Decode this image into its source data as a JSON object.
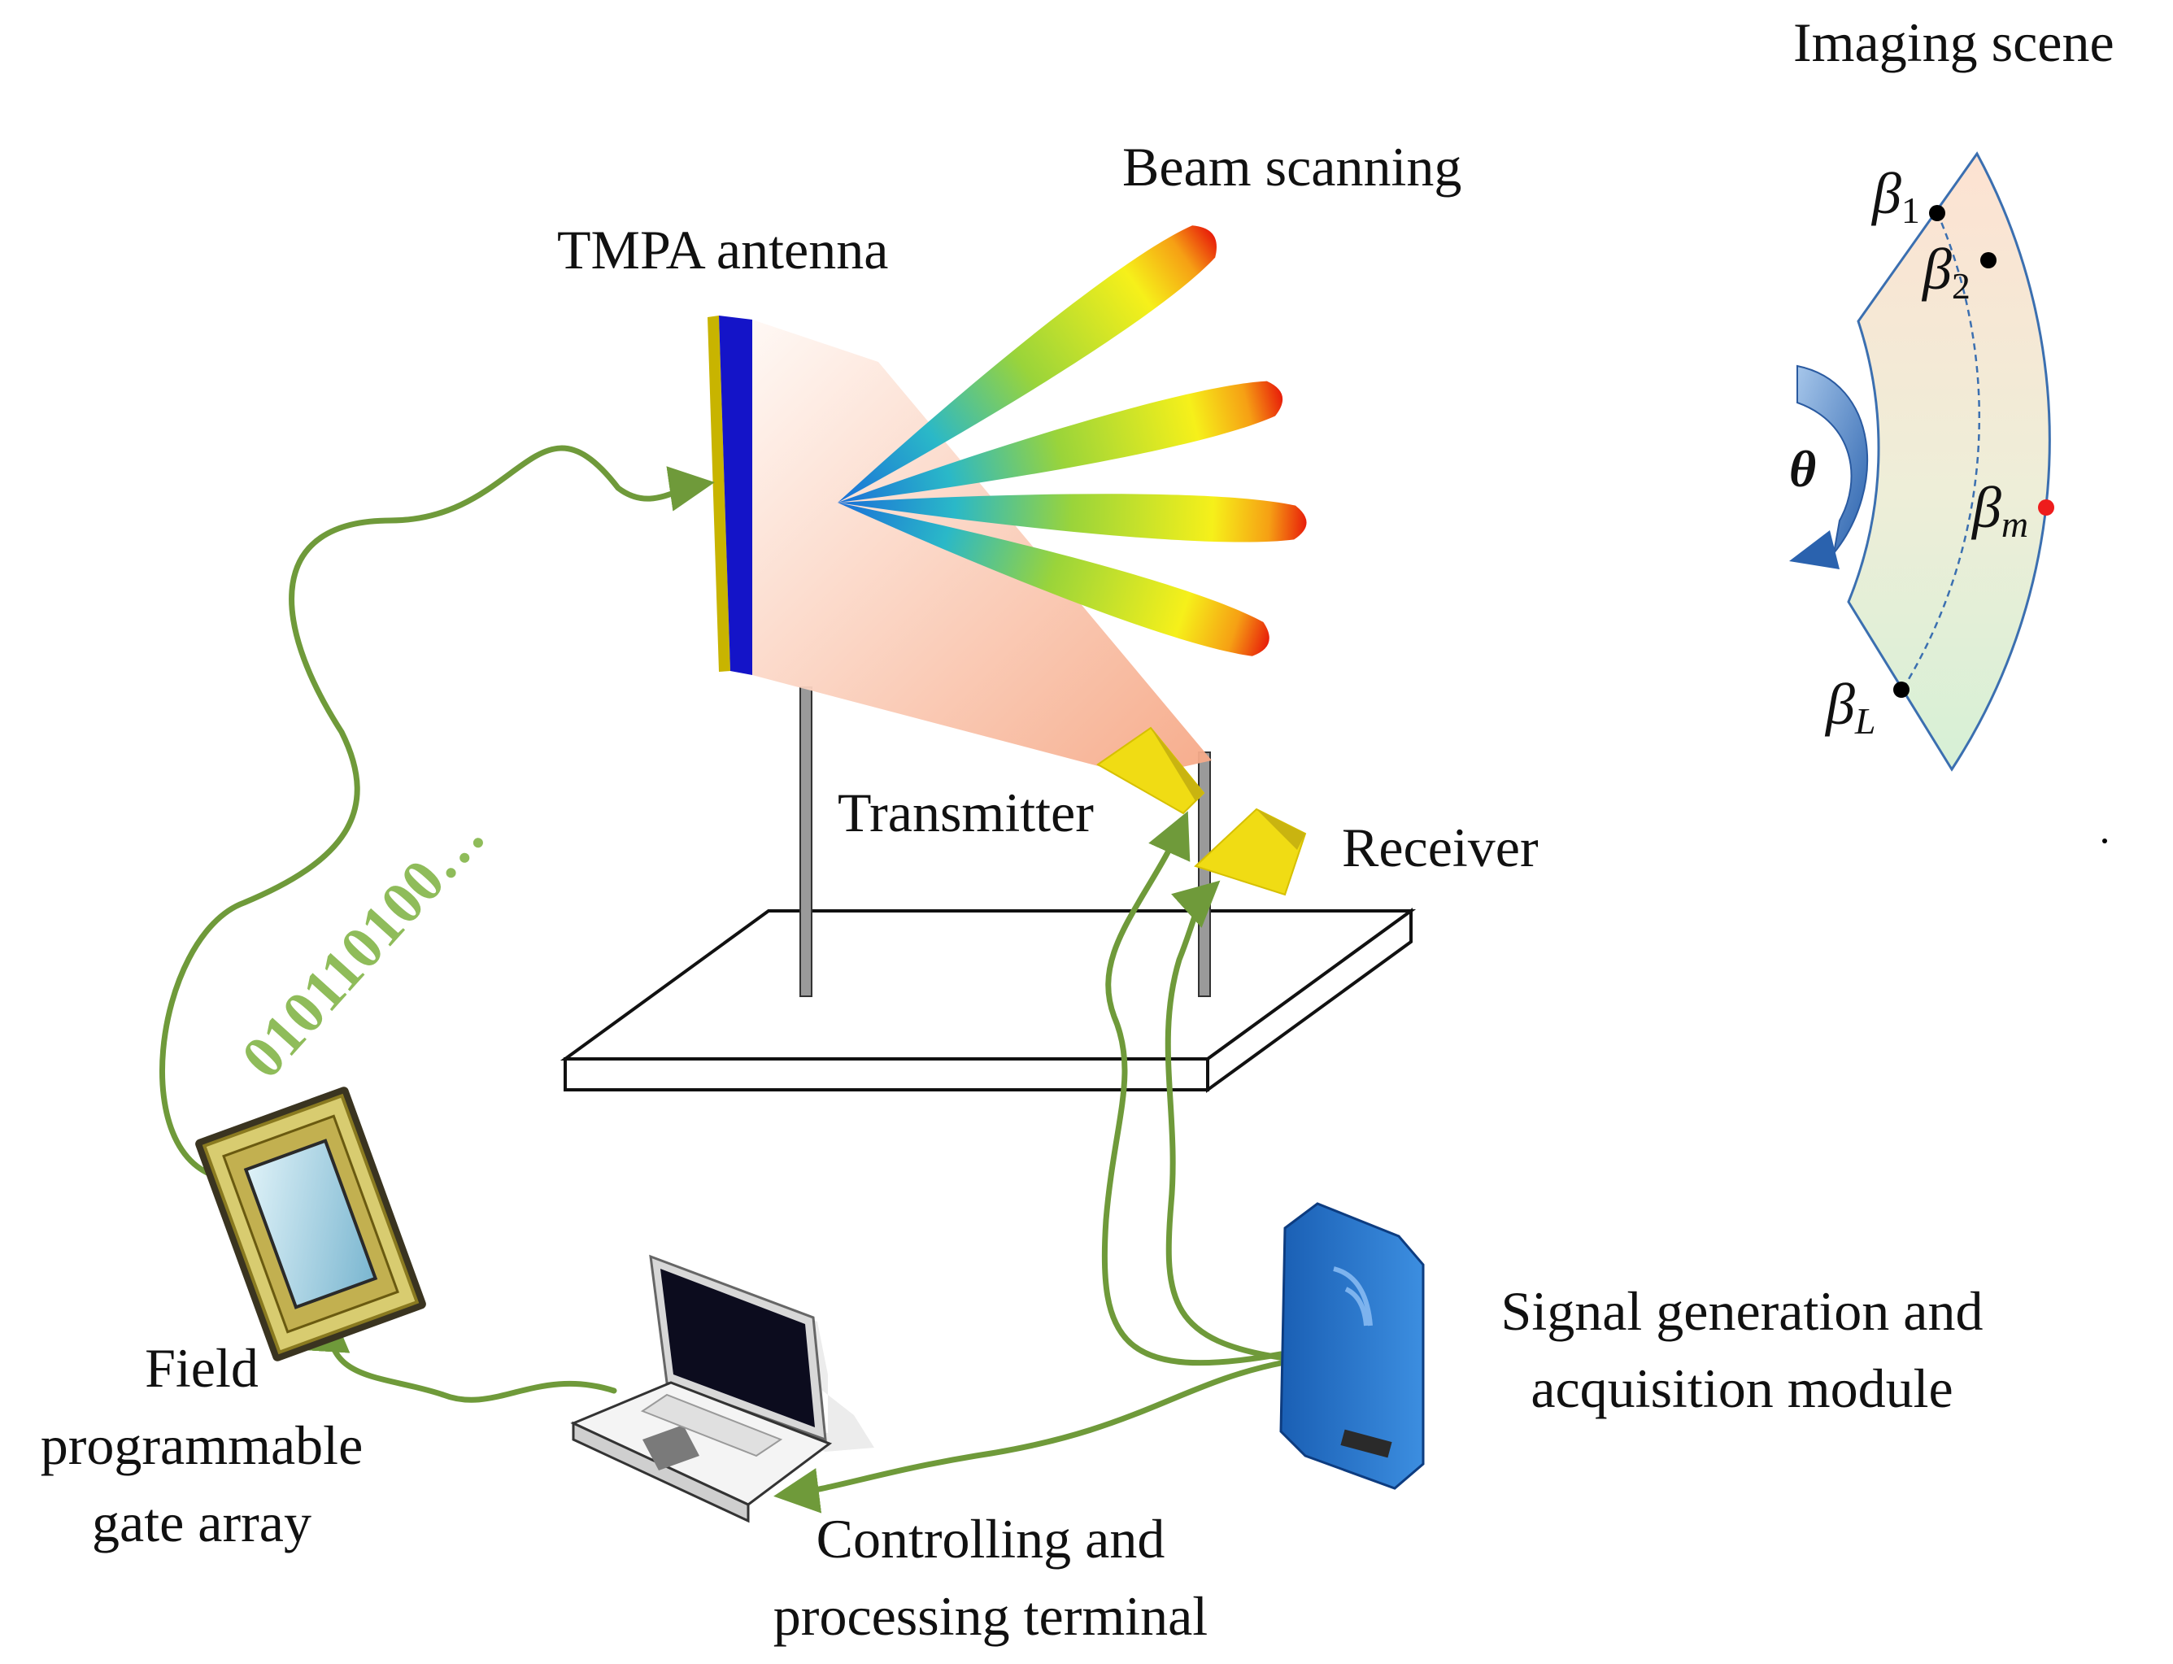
{
  "labels": {
    "imaging_scene": "Imaging scene",
    "beam_scanning": "Beam scanning",
    "tmpa_antenna": "TMPA antenna",
    "transmitter": "Transmitter",
    "receiver": "Receiver",
    "bit_stream": "010110100…",
    "fpga_line1": "Field",
    "fpga_line2": "programmable",
    "fpga_line3": "gate array",
    "terminal_line1": "Controlling and",
    "terminal_line2": "processing terminal",
    "module_line1": "Signal generation and",
    "module_line2": "acquisition module",
    "theta": "θ",
    "beta": "β",
    "beta_1_sub": "1",
    "beta_2_sub": "2",
    "beta_m_sub": "m",
    "beta_L_sub": "L"
  },
  "colors": {
    "cable": "#6f9a3a",
    "bit_stream": "#8fbc5a",
    "scene_border": "#3b6fb0",
    "point_black": "#000000",
    "point_red": "#ee1c1c",
    "antenna_blue": "#1414c8",
    "antenna_gold": "#c8b400",
    "horn": "#f0dc14"
  }
}
